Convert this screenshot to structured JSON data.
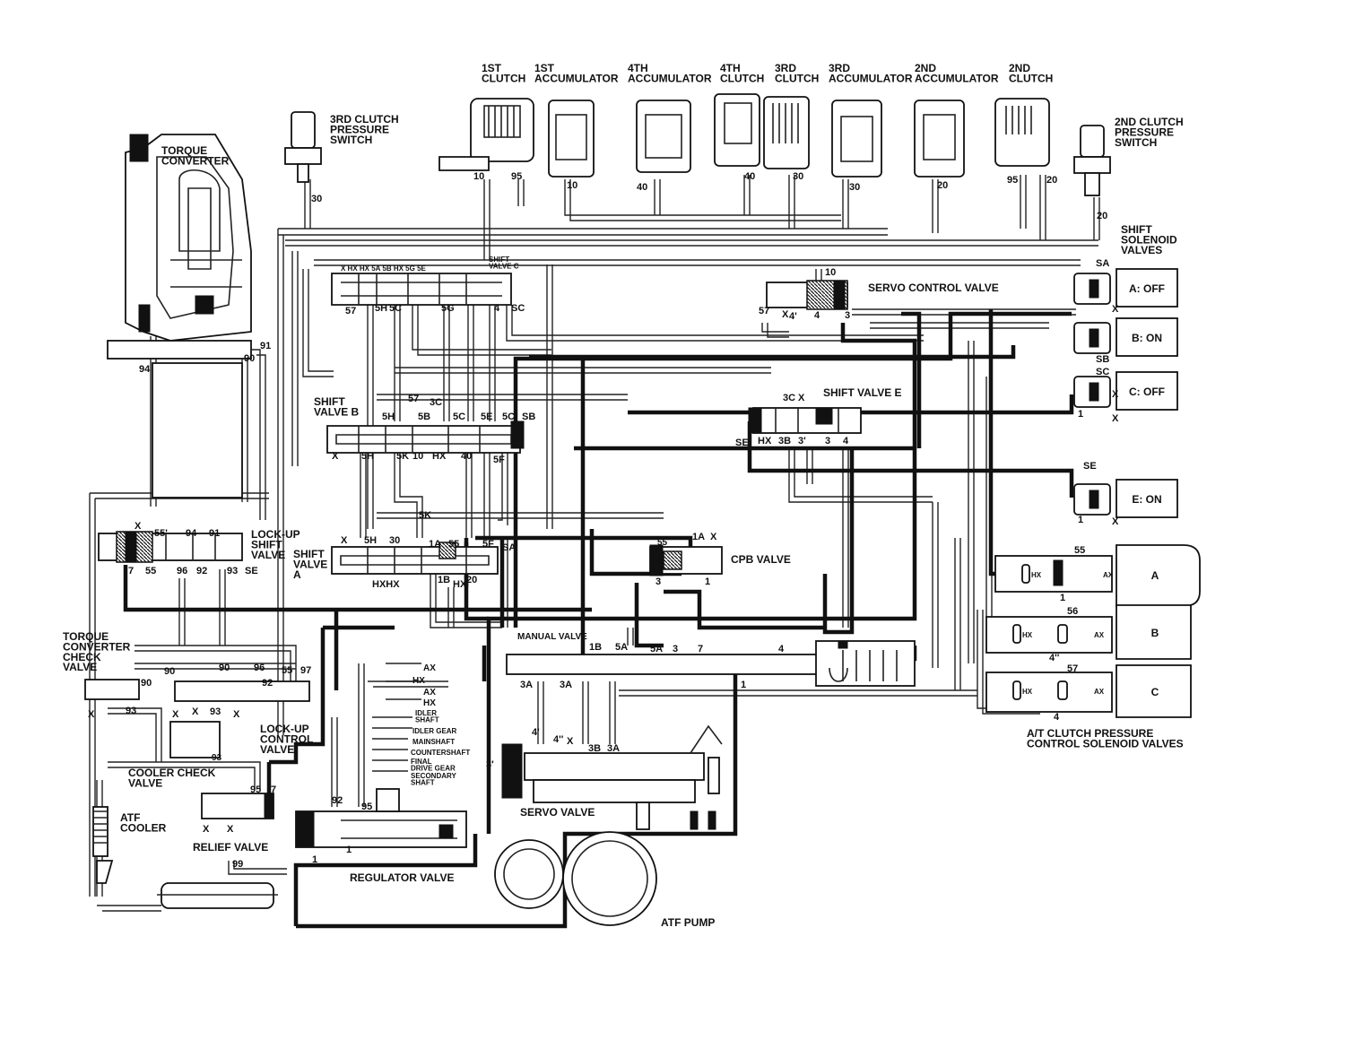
{
  "components": {
    "torque_converter": "TORQUE\nCONVERTER",
    "third_clutch_pressure_switch": "3RD CLUTCH\nPRESSURE\nSWITCH",
    "second_clutch_pressure_switch": "2ND CLUTCH\nPRESSURE\nSWITCH",
    "first_clutch": "1ST\nCLUTCH",
    "first_accumulator": "1ST\nACCUMULATOR",
    "fourth_accumulator": "4TH\nACCUMULATOR",
    "fourth_clutch": "4TH\nCLUTCH",
    "third_clutch": "3RD\nCLUTCH",
    "third_accumulator": "3RD\nACCUMULATOR",
    "second_accumulator": "2ND\nACCUMULATOR",
    "second_clutch": "2ND\nCLUTCH",
    "shift_solenoid_valves": "SHIFT\nSOLENOID\nVALVES",
    "shift_valve_c": "SHIFT\nVALVE C",
    "servo_control_valve": "SERVO CONTROL VALVE",
    "shift_valve_b": "SHIFT\nVALVE B",
    "shift_valve_e": "SHIFT VALVE E",
    "lock_up_shift_valve": "LOCK-UP\nSHIFT\nVALVE",
    "shift_valve_a": "SHIFT\nVALVE\nA",
    "cpb_valve": "CPB VALVE",
    "manual_valve": "MANUAL VALVE",
    "torque_converter_check_valve": "TORQUE\nCONVERTER\nCHECK\nVALVE",
    "lock_up_control_valve": "LOCK-UP\nCONTROL\nVALVE",
    "cooler_check_valve": "COOLER CHECK\nVALVE",
    "atf_cooler": "ATF\nCOOLER",
    "relief_valve": "RELIEF VALVE",
    "regulator_valve": "REGULATOR VALVE",
    "servo_valve": "SERVO VALVE",
    "atf_pump": "ATF PUMP",
    "at_clutch_solenoids": "A/T CLUTCH PRESSURE\nCONTROL SOLENOID VALVES"
  },
  "solenoids": [
    {
      "label": "A: OFF"
    },
    {
      "label": "B: ON"
    },
    {
      "label": "C: OFF"
    },
    {
      "label": "E: ON"
    }
  ],
  "pressure_solenoids": [
    "A",
    "B",
    "C"
  ],
  "lubrication_points": [
    "AX",
    "HX",
    "AX",
    "HX",
    "IDLER\nSHAFT",
    "IDLER GEAR",
    "MAINSHAFT",
    "COUNTERSHAFT",
    "FINAL\nDRIVE GEAR",
    "SECONDARY\nSHAFT"
  ],
  "ports": {
    "p10a": "10",
    "p95a": "95",
    "p10b": "10",
    "p40a": "40",
    "p40b": "40",
    "p30a": "30",
    "p30b": "30",
    "p20a": "20",
    "p95b": "95",
    "p20b": "20",
    "p30sw": "30",
    "p20sw": "20",
    "p91": "91",
    "p90": "90",
    "p94": "94",
    "svc_top": "X   HX HX   5A 5B HX 5G 5E",
    "svc_57": "57",
    "svc_5H": "5H",
    "svc_5C": "5C",
    "svc_5G": "5G",
    "svc_4": "4",
    "svc_SC": "SC",
    "scv_10": "10",
    "scv_57": "57",
    "scv_X": "X",
    "scv_4p": "4'",
    "scv_4": "4",
    "scv_3": "3",
    "sa_lbl": "SA",
    "sb_lbl": "SB",
    "sc_lbl": "SC",
    "se_lbl": "SE",
    "x1": "X",
    "x2": "X",
    "x3": "X",
    "x4": "X",
    "one1": "1",
    "one2": "1",
    "svb_5H": "5H",
    "svb_5B": "5B",
    "svb_3C": "3C",
    "svb_57": "57",
    "svb_5C": "5C",
    "svb_5E": "5E",
    "svb_5C2": "5C",
    "svb_SB": "SB",
    "svb_X": "X",
    "svb_5Hb": "5H",
    "svb_5K": "5K",
    "svb_10": "10",
    "svb_HX": "HX",
    "svb_40": "40",
    "svb_5F": "5F",
    "sve_3C": "3C",
    "sve_X": "X",
    "sve_SE": "SE",
    "sve_HX": "HX",
    "sve_3B": "3B",
    "sve_3p": "3'",
    "sve_3": "3",
    "sve_4": "4",
    "lu_X": "X",
    "lu_55p": "55'",
    "lu_94": "94",
    "lu_91": "91",
    "lu_7": "7",
    "lu_55": "55",
    "lu_96": "96",
    "lu_92": "92",
    "lu_93": "93",
    "lu_SE": "SE",
    "sva_X": "X",
    "sva_5H": "5H",
    "sva_30": "30",
    "sva_5K": "5K",
    "sva_1A": "1A",
    "sva_55": "55",
    "sva_5F": "5F",
    "sva_SA": "SA",
    "sva_HXHX": "HXHX",
    "sva_1B": "1B",
    "sva_HX": "HX",
    "sva_20": "20",
    "cpb_55": "55",
    "cpb_1A": "1A",
    "cpb_X": "X",
    "cpb_3": "3",
    "cpb_1": "1",
    "mv_1B": "1B",
    "mv_5A": "5A",
    "mv_5A2": "5A",
    "mv_3": "3",
    "mv_7": "7",
    "mv_4": "4",
    "mv_3A": "3A",
    "mv_3A2": "3A",
    "mv_1": "1",
    "sol_55": "55",
    "sol_56": "56",
    "sol_57": "57",
    "sol_4pp": "4''",
    "sol_4": "4",
    "sol_1": "1",
    "sol_HX1": "HX",
    "sol_HX2": "HX",
    "sol_HX3": "HX",
    "sol_AX1": "AX",
    "sol_AX2": "AX",
    "sol_AX3": "AX",
    "tc_90": "90",
    "tc_X": "X",
    "tc_93": "93",
    "cc_90": "90",
    "cc_90b": "90",
    "cc_96": "96",
    "cc_55": "55",
    "cc_97": "97",
    "cc_92": "92",
    "cc_X1": "X",
    "cc_X2": "X",
    "cc_93": "93",
    "cc_X3": "X",
    "cc_93b": "93",
    "rv_95": "95",
    "rv_7": "7",
    "rv_X1": "X",
    "rv_X2": "X",
    "rg_92": "92",
    "rg_95": "95",
    "rg_1": "1",
    "rg_1b": "1",
    "p99": "99",
    "sv_4p": "4'",
    "sv_4pp": "4''",
    "sv_X": "X",
    "sv_3B": "3B",
    "sv_3A": "3A",
    "sv_3p": "3'"
  }
}
